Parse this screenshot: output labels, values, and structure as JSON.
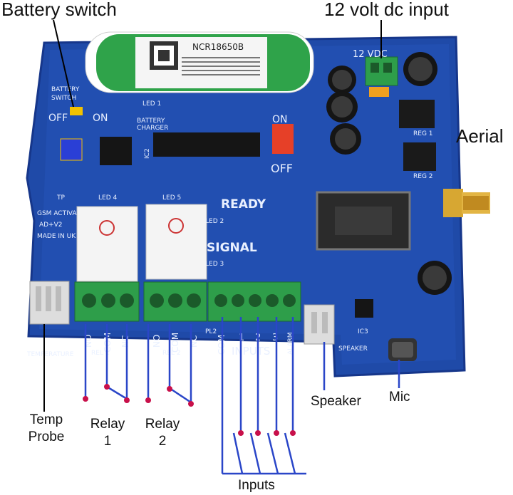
{
  "callouts": {
    "battery_switch": "Battery switch",
    "dc_input": "12 volt dc input",
    "aerial": "Aerial",
    "temp_probe_line1": "Temp",
    "temp_probe_line2": "Probe",
    "relay1_line1": "Relay",
    "relay1_line2": "1",
    "relay2_line1": "Relay",
    "relay2_line2": "2",
    "inputs": "Inputs",
    "speaker": "Speaker",
    "mic": "Mic"
  },
  "board": {
    "battery_switch": "BATTERY\nSWITCH",
    "off": "OFF",
    "on": "ON",
    "battery_charger": "BATTERY\nCHARGER",
    "led1": "LED 1",
    "vdc": "12 VDC",
    "ready": "READY",
    "signal": "SIGNAL",
    "led2": "LED 2",
    "led3": "LED 3",
    "led4": "LED 4",
    "led5": "LED 5",
    "gsm": "GSM ACTIVA",
    "version": "AD+V2",
    "made_in": "MADE IN UK",
    "temperature": "TEMPERATURE",
    "inputs": "INPUTS",
    "speaker": "SPEAKER",
    "rel1": "REL 1",
    "rel2": "REL 2",
    "pl2": "PL2",
    "tp": "TP",
    "relay_no": "NO",
    "relay_com": "COM",
    "relay_nc": "NC",
    "input_com": "COM",
    "input_1": "1",
    "input_2": "2",
    "input_3": "3",
    "input_alarm": "ALARM",
    "reg1": "REG 1",
    "reg2": "REG 2",
    "ic2": "IC2",
    "ic3": "IC3",
    "battery_model": "NCR18650B",
    "dip_on": "ON",
    "dip_off": "OFF",
    "switch_on": "ON",
    "switch_off": "OFF"
  }
}
